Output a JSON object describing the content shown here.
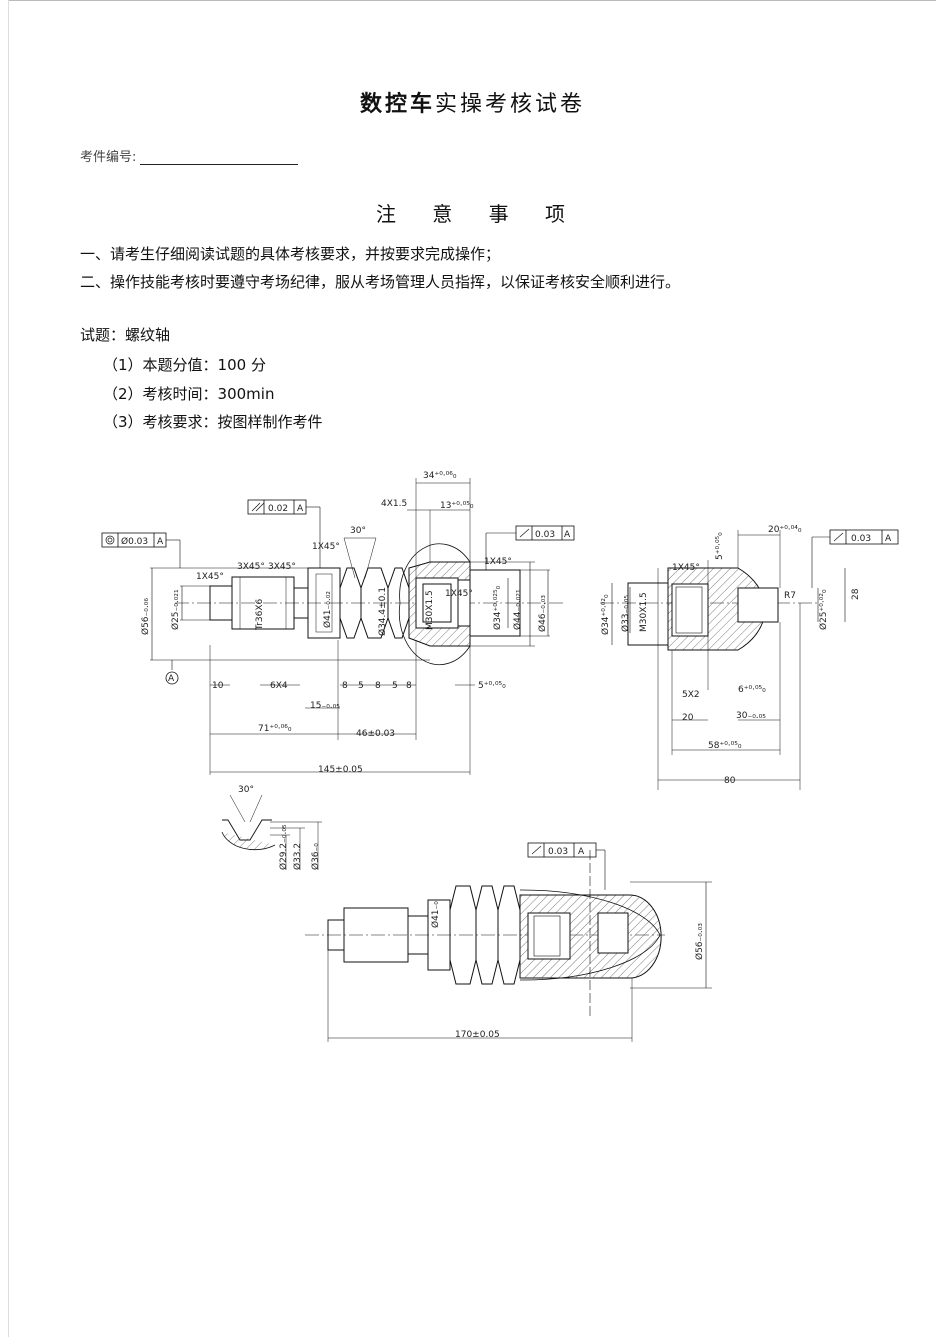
{
  "title": {
    "bold": "数控车",
    "rest": "实操考核试卷"
  },
  "part_no_label": "考件编号:",
  "notice_heading": "注 意 事 项",
  "instructions": [
    "一、请考生仔细阅读试题的具体考核要求，并按要求完成操作；",
    "二、操作技能考核时要遵守考场纪律，服从考场管理人员指挥，以保证考核安全顺利进行。"
  ],
  "question": {
    "title": "试题：螺纹轴",
    "items": [
      "（1）本题分值：100 分",
      "（2）考核时间：300min",
      "（3）考核要求：按图样制作考件"
    ]
  },
  "drawing": {
    "tolerances": {
      "concentricity": "Ø0.03",
      "parallel": "0.02",
      "runout_a": "0.03",
      "runout_b": "0.03",
      "runout_c": "0.03",
      "datum": "A"
    },
    "dims": {
      "d34_06": "34⁺⁰·⁰⁶₀",
      "thread_4x15": "4X1.5",
      "d13": "13⁺⁰·⁰⁵₀",
      "angle30": "30°",
      "ch1x45": "1X45°",
      "ch3x45a": "3X45°",
      "ch3x45b": "3X45°",
      "ch1x45b": "1X45°",
      "ch1x45c": "1X45°",
      "ch1x45d": "1X45°",
      "d56": "Ø56₋₀.₀₆",
      "d25": "Ø25₋₀.₀₂₁",
      "tr36": "Tr36X6",
      "d41": "Ø41₋₀.₀₂",
      "d34_4": "Ø34.4±0.1",
      "m30": "M30X1.5",
      "d34_025": "Ø34⁺⁰·⁰²⁵₀",
      "d44": "Ø44₋₀.₀₂₁",
      "d46": "Ø46₋₀.₀₃",
      "l10": "10",
      "l6x4": "6X4",
      "l8a": "8",
      "l5": "5",
      "l8b": "8",
      "l5b": "5",
      "l8c": "8",
      "l5c": "5⁺⁰·⁰⁵₀",
      "l15": "15₋₀.₀₅",
      "l71": "71⁺⁰·⁰⁶₀",
      "l46": "46±0.03",
      "l145": "145±0.05",
      "r20": "20⁺⁰·⁰⁴₀",
      "r5": "5⁺⁰·⁰⁵₀",
      "r1x45": "1X45°",
      "rd34": "Ø34⁺⁰·⁰²₀",
      "rd33": "Ø33₋₀.₀₅",
      "rm30": "M30X1.5",
      "rd25": "Ø25⁺⁰·⁰²₀",
      "r28": "28",
      "r5x2": "5X2",
      "r6": "6⁺⁰·⁰⁵₀",
      "r20b": "20",
      "r30": "30₋₀.₀₅",
      "r58": "58⁺⁰·⁰⁵₀",
      "r80": "80",
      "r7": "R7",
      "gangle": "30°",
      "gd": "Ø29.2₋₀.₀₅",
      "gd2": "Ø33.2",
      "gd3": "Ø36₋₀",
      "bd56": "Ø56₋₀.₀₃",
      "b170": "170±0.05",
      "bd41": "Ø41₋₀"
    }
  }
}
